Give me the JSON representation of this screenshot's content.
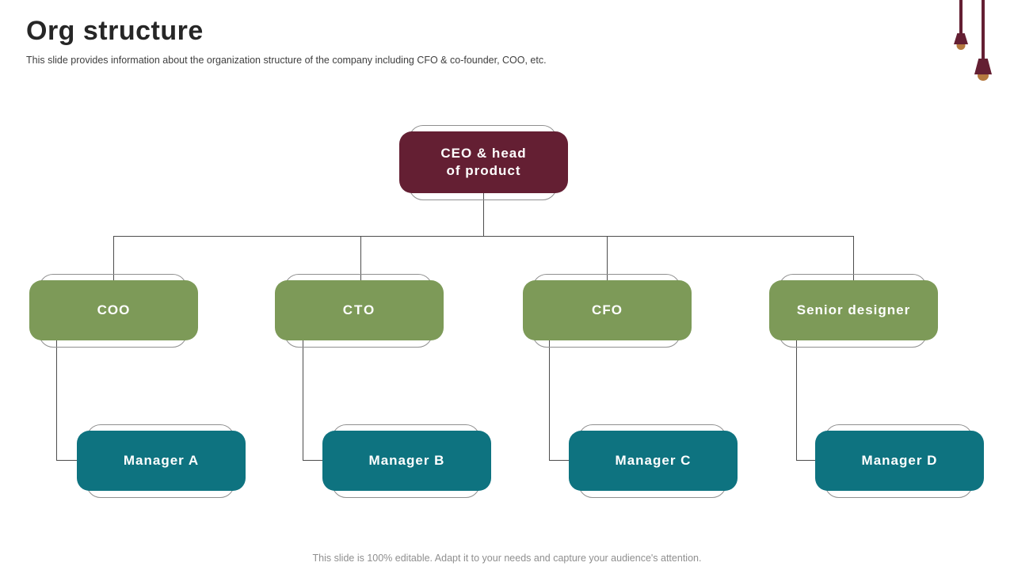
{
  "slide": {
    "title": "Org structure",
    "subtitle": "This slide provides information about the organization structure of the company including CFO & co-founder, COO, etc.",
    "footer": "This slide is 100% editable. Adapt it to your needs and capture your audience's attention."
  },
  "org_chart": {
    "type": "org-tree",
    "root": {
      "id": "ceo",
      "label": "CEO & head\nof product",
      "reports_to": null
    },
    "level2": [
      {
        "id": "coo",
        "label": "COO",
        "reports_to": "ceo"
      },
      {
        "id": "cto",
        "label": "CTO",
        "reports_to": "ceo"
      },
      {
        "id": "cfo",
        "label": "CFO",
        "reports_to": "ceo"
      },
      {
        "id": "senior-designer",
        "label": "Senior designer",
        "reports_to": "ceo"
      }
    ],
    "level3": [
      {
        "id": "manager-a",
        "label": "Manager A",
        "reports_to": "coo"
      },
      {
        "id": "manager-b",
        "label": "Manager B",
        "reports_to": "cto"
      },
      {
        "id": "manager-c",
        "label": "Manager C",
        "reports_to": "cfo"
      },
      {
        "id": "manager-d",
        "label": "Manager D",
        "reports_to": "senior-designer"
      }
    ]
  },
  "colors": {
    "root_node": "#641f33",
    "level2_node": "#7d9a58",
    "level3_node": "#0e7380",
    "connector": "#4d4d4d",
    "node_outline": "#8f8f8f",
    "lamp_shade": "#641f33",
    "lamp_bulb": "#b5793f",
    "title_text": "#262626",
    "footer_text": "#8f8f8f"
  },
  "decor": {
    "icons": [
      "pendant-lamp-icon",
      "pendant-lamp-icon"
    ]
  }
}
